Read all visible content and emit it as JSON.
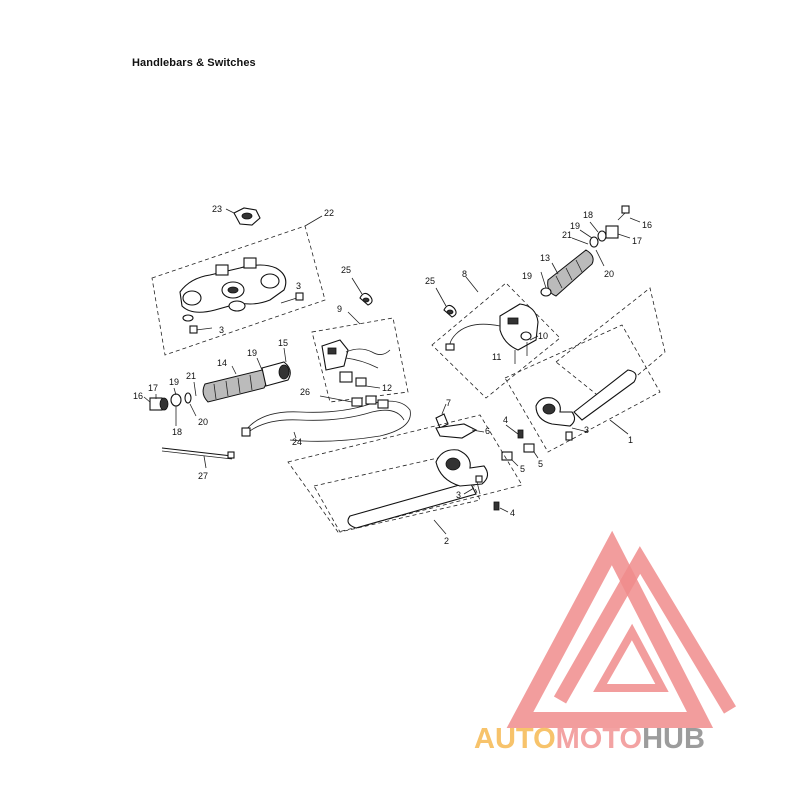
{
  "page": {
    "title": "Handlebars & Switches"
  },
  "brand": {
    "logo_text_auto": "AUTO",
    "logo_text_moto": "MOTO",
    "logo_text_hub": "HUB",
    "color_auto": "#f7c36b",
    "color_moto": "#f3a3a3",
    "color_hub": "#9c9c9c",
    "color_triangle": "#f08c8c"
  },
  "callouts": {
    "c23": "23",
    "c22": "22",
    "c3a": "3",
    "c3b": "3",
    "c25a": "25",
    "c9": "9",
    "c12": "12",
    "c14": "14",
    "c19a": "19",
    "c15": "15",
    "c21a": "21",
    "c17a": "17",
    "c19b": "19",
    "c16a": "16",
    "c18a": "18",
    "c20a": "20",
    "c26": "26",
    "c24": "24",
    "c27": "27",
    "c25b": "25",
    "c8": "8",
    "c19c": "19",
    "c13": "13",
    "c18b": "18",
    "c19d": "19",
    "c21b": "21",
    "c16b": "16",
    "c17b": "17",
    "c20b": "20",
    "c10": "10",
    "c11": "11",
    "c7": "7",
    "c6": "6",
    "c4a": "4",
    "c3c": "3",
    "c1": "1",
    "c5a": "5",
    "c5b": "5",
    "c3d": "3",
    "c4b": "4",
    "c2": "2"
  }
}
